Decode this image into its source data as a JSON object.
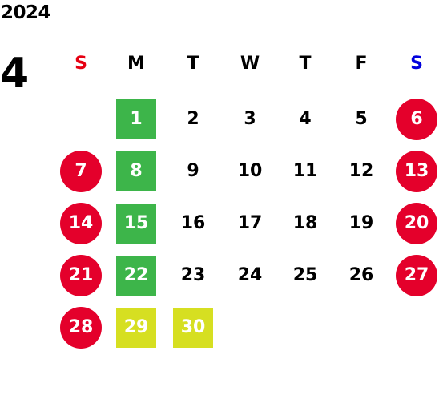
{
  "calendar": {
    "year": "2024",
    "month": "4",
    "weekdays": [
      "S",
      "M",
      "T",
      "W",
      "T",
      "F",
      "S"
    ],
    "weekday_colors": [
      "#e60012",
      "#000000",
      "#000000",
      "#000000",
      "#000000",
      "#000000",
      "#0000dd"
    ],
    "weeks": [
      [
        "",
        "1",
        "2",
        "3",
        "4",
        "5",
        "6"
      ],
      [
        "7",
        "8",
        "9",
        "10",
        "11",
        "12",
        "13"
      ],
      [
        "14",
        "15",
        "16",
        "17",
        "18",
        "19",
        "20"
      ],
      [
        "21",
        "22",
        "23",
        "24",
        "25",
        "26",
        "27"
      ],
      [
        "28",
        "29",
        "30",
        "",
        "",
        "",
        ""
      ]
    ],
    "highlights": {
      "holiday_red": [
        "6",
        "7",
        "13",
        "14",
        "20",
        "21",
        "27",
        "28"
      ],
      "green": [
        "1",
        "8",
        "15",
        "22"
      ],
      "yellow": [
        "29",
        "30"
      ]
    },
    "colors": {
      "holiday_red": "#e4002b",
      "green": "#3db54a",
      "yellow": "#d6df21",
      "text": "#000000",
      "highlight_text": "#ffffff"
    }
  }
}
